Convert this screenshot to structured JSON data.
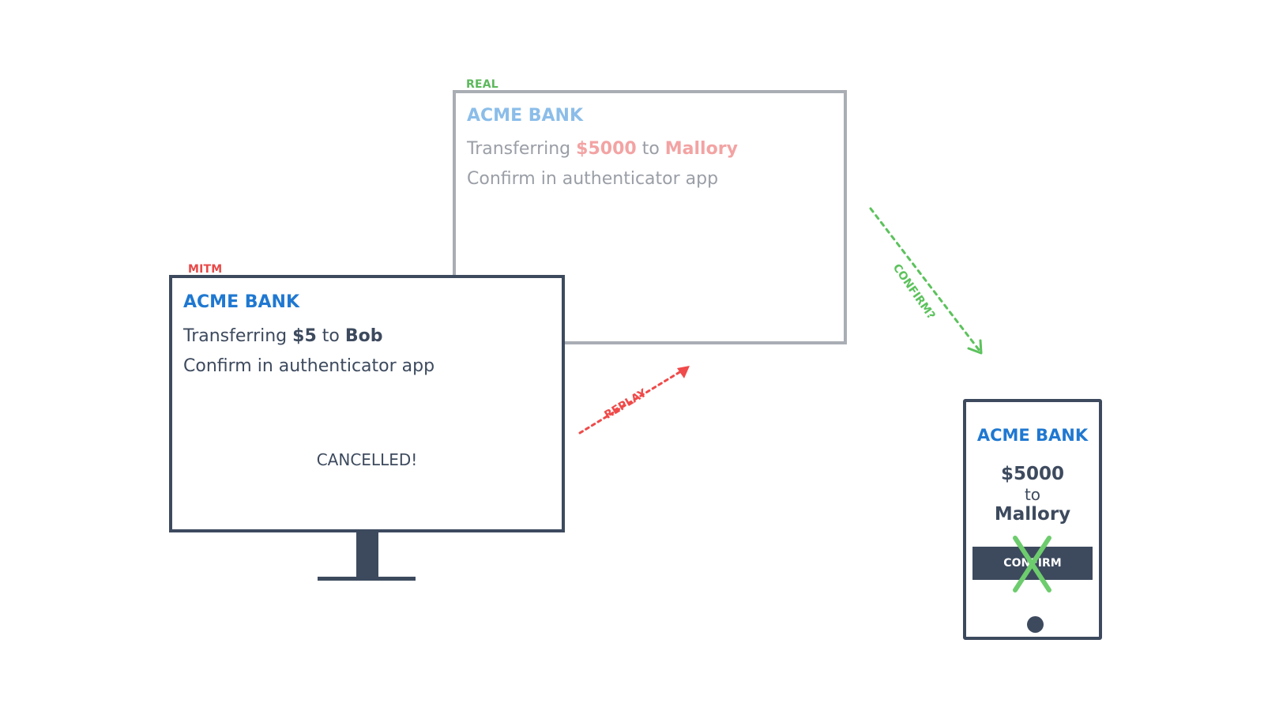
{
  "colors": {
    "real_tag": "#5cb85c",
    "mitm_tag": "#e84848",
    "bank_blue": "#1f78d1",
    "dark": "#3d4a5e",
    "replay_arrow": "#f04a4a",
    "confirm_arrow": "#5cc25c"
  },
  "real": {
    "tag": "REAL",
    "bank": "ACME BANK",
    "transfer_prefix": "Transferring",
    "amount": "$5000",
    "to_word": "to",
    "payee": "Mallory",
    "confirm_line": "Confirm in authenticator app"
  },
  "mitm": {
    "tag": "MITM",
    "bank": "ACME BANK",
    "transfer_prefix": "Transferring",
    "amount": "$5",
    "to_word": "to",
    "payee": "Bob",
    "confirm_line": "Confirm in authenticator app",
    "status": "CANCELLED!"
  },
  "arrows": {
    "replay_label": "REPLAY",
    "confirm_label": "CONFIRM?"
  },
  "phone": {
    "bank": "ACME BANK",
    "amount": "$5000",
    "to_word": "to",
    "payee": "Mallory",
    "confirm_button": "CONFIRM",
    "rejected_mark_icon": "x-mark-icon"
  }
}
